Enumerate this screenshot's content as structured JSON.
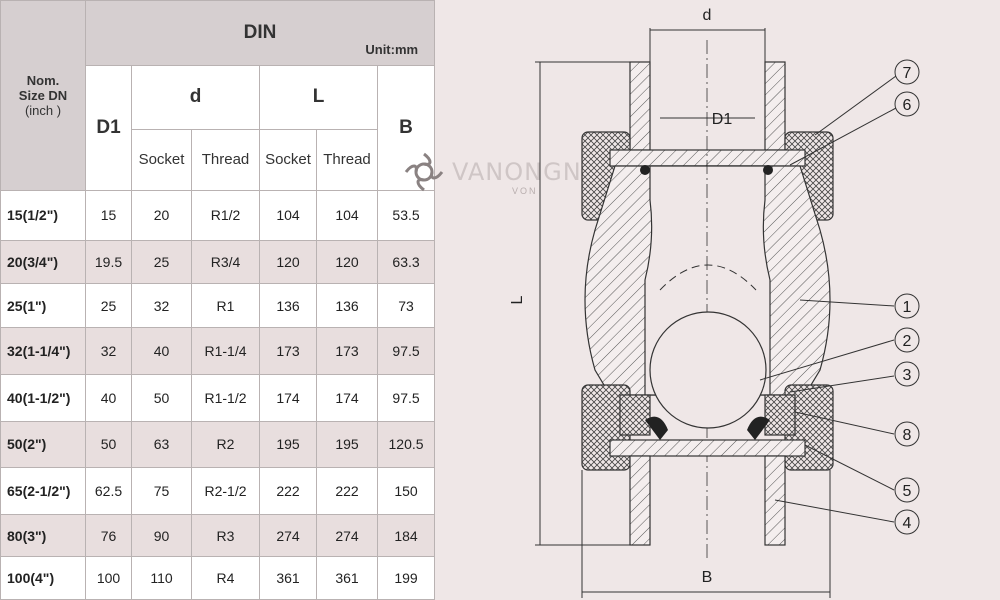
{
  "table": {
    "header_nom": [
      "Nom.",
      "Size DN",
      "(inch )"
    ],
    "header_din": "DIN",
    "header_unit": "Unit:mm",
    "header_d1": "D1",
    "header_d": "d",
    "header_l": "L",
    "header_b": "B",
    "header_socket": "Socket",
    "header_thread": "Thread",
    "rows": [
      {
        "size": "15(1/2\")",
        "d1": "15",
        "d_socket": "20",
        "d_thread": "R1/2",
        "l_socket": "104",
        "l_thread": "104",
        "b": "53.5"
      },
      {
        "size": "20(3/4\")",
        "d1": "19.5",
        "d_socket": "25",
        "d_thread": "R3/4",
        "l_socket": "120",
        "l_thread": "120",
        "b": "63.3"
      },
      {
        "size": "25(1\")",
        "d1": "25",
        "d_socket": "32",
        "d_thread": "R1",
        "l_socket": "136",
        "l_thread": "136",
        "b": "73"
      },
      {
        "size": "32(1-1/4\")",
        "d1": "32",
        "d_socket": "40",
        "d_thread": "R1-1/4",
        "l_socket": "173",
        "l_thread": "173",
        "b": "97.5"
      },
      {
        "size": "40(1-1/2\")",
        "d1": "40",
        "d_socket": "50",
        "d_thread": "R1-1/2",
        "l_socket": "174",
        "l_thread": "174",
        "b": "97.5"
      },
      {
        "size": "50(2\")",
        "d1": "50",
        "d_socket": "63",
        "d_thread": "R2",
        "l_socket": "195",
        "l_thread": "195",
        "b": "120.5"
      },
      {
        "size": "65(2-1/2\")",
        "d1": "62.5",
        "d_socket": "75",
        "d_thread": "R2-1/2",
        "l_socket": "222",
        "l_thread": "222",
        "b": "150"
      },
      {
        "size": "80(3\")",
        "d1": "76",
        "d_socket": "90",
        "d_thread": "R3",
        "l_socket": "274",
        "l_thread": "274",
        "b": "184"
      },
      {
        "size": "100(4\")",
        "d1": "100",
        "d_socket": "110",
        "d_thread": "R4",
        "l_socket": "361",
        "l_thread": "361",
        "b": "199"
      }
    ]
  },
  "drawing": {
    "label_d": "d",
    "label_d1": "D1",
    "label_l": "L",
    "label_b": "B",
    "callouts": [
      "7",
      "6",
      "1",
      "2",
      "3",
      "8",
      "5",
      "4"
    ]
  },
  "watermark": {
    "text": "VANONGNHUA.VN",
    "small": "VON"
  }
}
